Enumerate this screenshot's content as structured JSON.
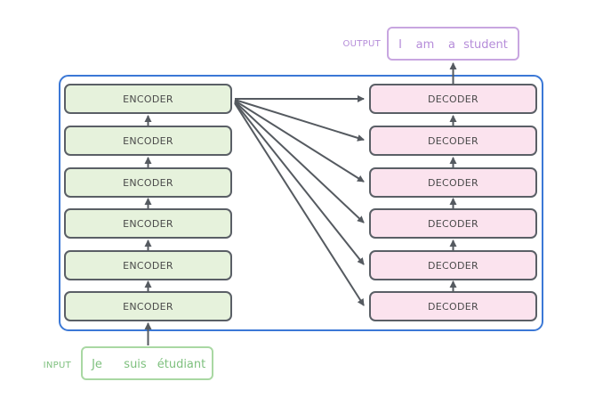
{
  "output": {
    "label": "OUTPUT",
    "words": [
      "I",
      "am",
      "a",
      "student"
    ],
    "color": "#b58cd9"
  },
  "input": {
    "label": "INPUT",
    "words": [
      "Je",
      "suis",
      "étudiant"
    ],
    "color": "#7ec07e"
  },
  "encoders": [
    "ENCODER",
    "ENCODER",
    "ENCODER",
    "ENCODER",
    "ENCODER",
    "ENCODER"
  ],
  "decoders": [
    "DECODER",
    "DECODER",
    "DECODER",
    "DECODER",
    "DECODER",
    "DECODER"
  ],
  "colors": {
    "container_border": "#3b78d6",
    "encoder_fill": "#e6f2dc",
    "decoder_fill": "#fbe3ee",
    "box_border": "#5a5f66",
    "arrow": "#555a60"
  }
}
